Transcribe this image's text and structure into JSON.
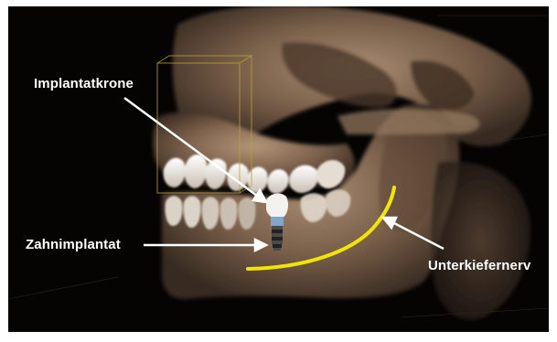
{
  "labels": {
    "crown": "Implantatkrone",
    "implant": "Zahnimplantat",
    "nerve": "Unterkiefernerv"
  },
  "colors": {
    "background": "#050403",
    "bone": "#8a6e55",
    "label_text": "#ffffff",
    "arrow": "#ffffff",
    "nerve_line": "#f2e600",
    "bounding_box": "#b8a234"
  }
}
